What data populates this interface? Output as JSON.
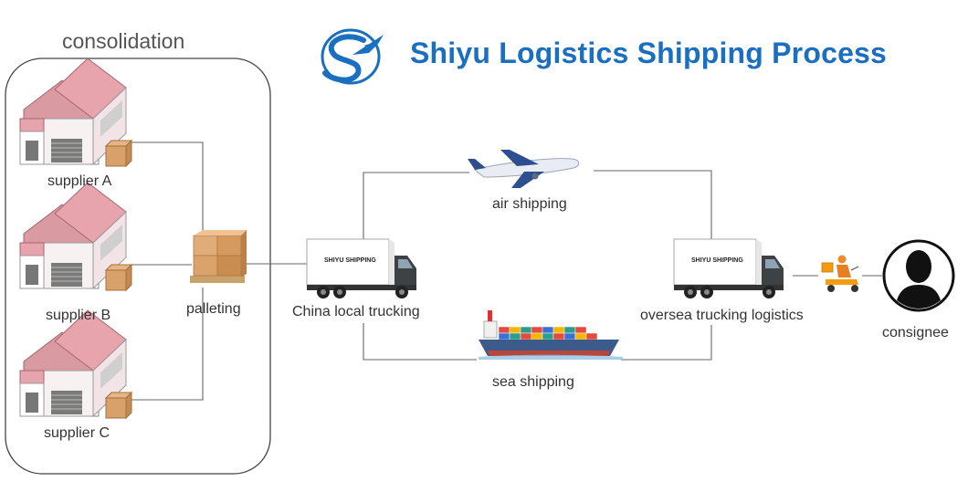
{
  "header": {
    "title": "Shiyu Logistics Shipping Process",
    "brand_color": "#1a6fc0",
    "logo_icon": "shiyu-logo-icon"
  },
  "consolidation": {
    "title": "consolidation",
    "suppliers": [
      {
        "label": "supplier A",
        "icon": "warehouse-icon"
      },
      {
        "label": "supplier B",
        "icon": "warehouse-icon"
      },
      {
        "label": "supplier C",
        "icon": "warehouse-icon"
      }
    ]
  },
  "palleting": {
    "label": "palleting",
    "icon": "pallet-boxes-icon"
  },
  "china_trucking": {
    "label": "China local trucking",
    "truck_text": "SHIYU SHIPPING",
    "icon": "truck-icon"
  },
  "air": {
    "label": "air shipping",
    "icon": "airplane-icon"
  },
  "sea": {
    "label": "sea shipping",
    "icon": "container-ship-icon"
  },
  "oversea_trucking": {
    "label": "oversea trucking logistics",
    "truck_text": "SHIYU SHIPPING",
    "icon": "truck-icon"
  },
  "delivery": {
    "icon": "delivery-scooter-icon"
  },
  "consignee": {
    "label": "consignee",
    "icon": "person-avatar-icon"
  }
}
